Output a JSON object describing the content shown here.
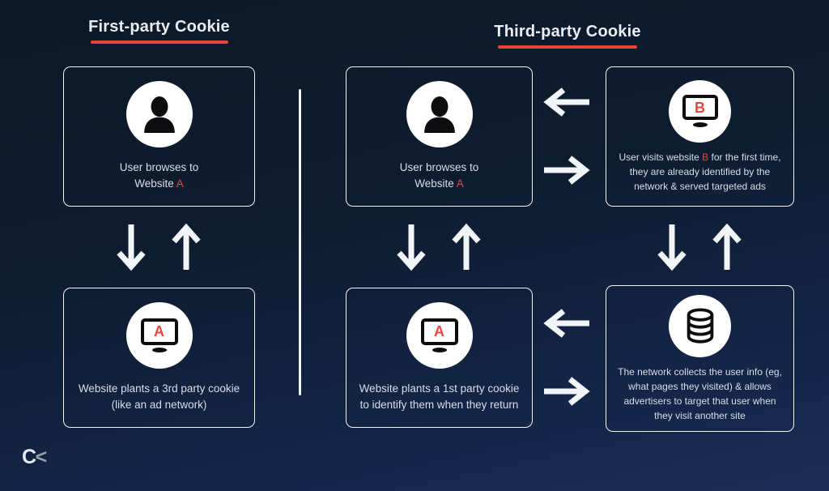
{
  "colors": {
    "background_top": "#0c1927",
    "background_bottom": "#1b2d55",
    "accent_red": "#e8413c",
    "letter_red": "#ef4343",
    "card_border": "#f2f5f8",
    "body_text": "#d8dee8",
    "title_text": "#eaeef4",
    "icon_ink": "#0d0d0f",
    "icon_bg": "#ffffff",
    "logo_gray": "#98a0aa"
  },
  "titles": {
    "first_party": "First-party Cookie",
    "third_party": "Third-party Cookie"
  },
  "cards": {
    "fp_user": {
      "icon": "user-icon",
      "line1": "User browses to",
      "line2_pre": "Website ",
      "line2_red": "A"
    },
    "fp_site": {
      "icon": "monitor-icon",
      "screen_letter": "A",
      "line1": "Website plants a 3rd party cookie",
      "line2": "(like an ad network)"
    },
    "tp_user": {
      "icon": "user-icon",
      "line1": "User browses to",
      "line2_pre": "Website ",
      "line2_red": "A"
    },
    "tp_site_b": {
      "icon": "monitor-icon",
      "screen_letter": "B",
      "text_pre": "User visits website ",
      "text_red": "B",
      "text_post": " for the first time, they are already identified by the network & served targeted ads"
    },
    "tp_site_a": {
      "icon": "monitor-icon",
      "screen_letter": "A",
      "line1": "Website plants a 1st party cookie",
      "line2": "to identify them when they return"
    },
    "tp_network": {
      "icon": "database-icon",
      "text": "The network collects the user info (eg, what pages they visited) & allows advertisers to target that user when they visit another site"
    }
  },
  "logo": {
    "letter": "C",
    "chevron": "<"
  }
}
